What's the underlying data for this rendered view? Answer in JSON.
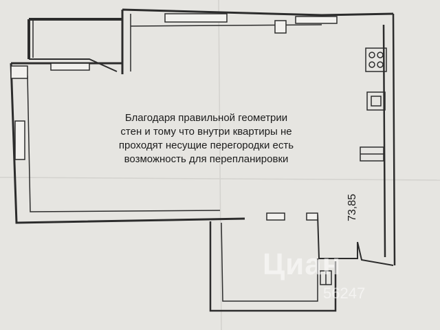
{
  "plan": {
    "caption_lines": [
      "Благодаря правильной геометрии",
      "стен и тому что внутри квартиры не",
      "проходят несущие перегородки есть",
      "возможность для перепланировки"
    ],
    "area_label": "73,85",
    "colors": {
      "paper": "#e6e5e1",
      "wall": "#2c2c2c",
      "ink": "#1b1b1b"
    }
  },
  "watermark": {
    "logo_text": "Циан",
    "listing_id": "56247"
  }
}
